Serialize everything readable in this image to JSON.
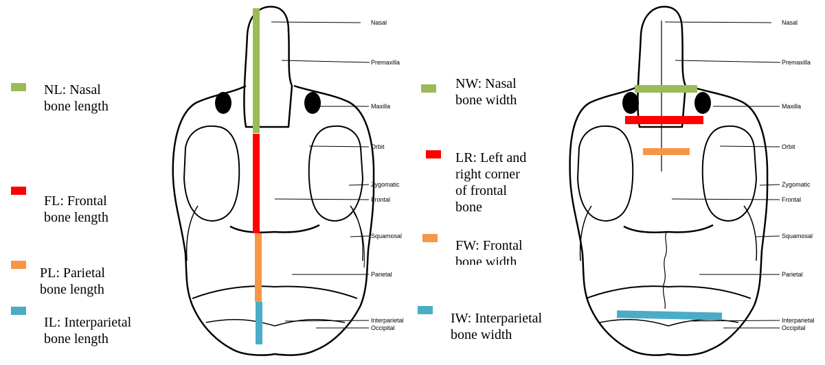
{
  "colors": {
    "nasal": "#9bbb59",
    "frontal": "#ff0000",
    "parietal": "#f79646",
    "interparietal": "#4bacc6"
  },
  "left_legend": [
    {
      "text_line1": "NL: Nasal",
      "text_line2": "bone length"
    },
    {
      "text_line1": "FL: Frontal",
      "text_line2": "bone length"
    },
    {
      "text_line1": "PL: Parietal",
      "text_line2": "bone length"
    },
    {
      "text_line1": "IL: Interparietal",
      "text_line2": "bone length"
    }
  ],
  "right_legend": [
    {
      "text_line1": "NW: Nasal",
      "text_line2": "bone width"
    },
    {
      "text_line1": "LR: Left and",
      "text_line2": "right corner",
      "text_line3": "of frontal",
      "text_line4": "bone"
    },
    {
      "text_line1": "FW: Frontal",
      "text_line2": "bone width"
    },
    {
      "text_line1": "IW: Interparietal",
      "text_line2": "bone width"
    }
  ],
  "bone_labels": [
    "Nasal",
    "Premaxilla",
    "Maxilla",
    "Orbit",
    "Zygomatic",
    "Frontal",
    "Squamosal",
    "Parietal",
    "Interparietal",
    "Occipital"
  ]
}
